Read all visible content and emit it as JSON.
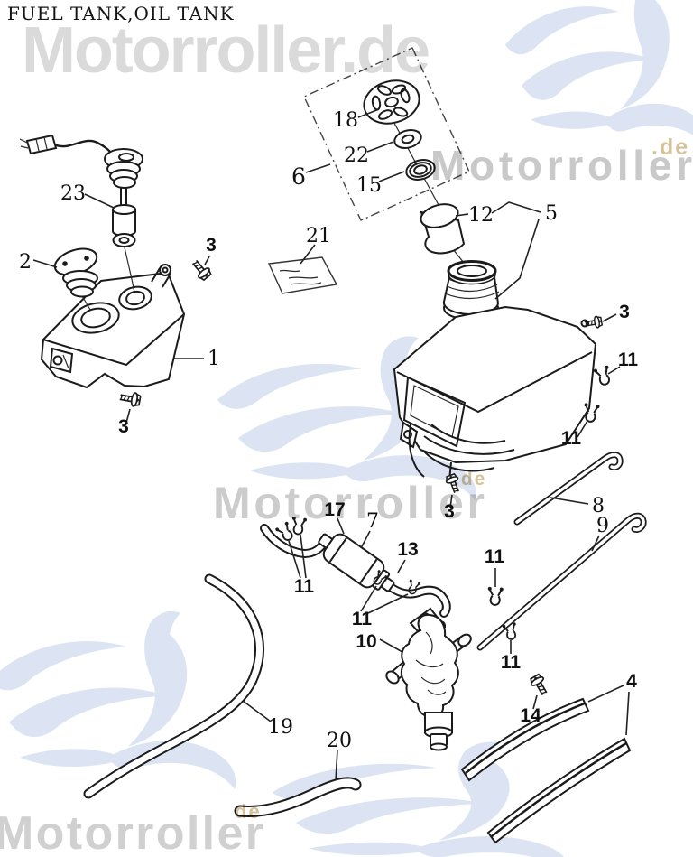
{
  "title": "FUEL TANK,OIL TANK",
  "watermarks": {
    "top": "Motorroller.de",
    "mid_right": "Motorroller",
    "mid_right_suffix": ".de",
    "center": "Motorroller",
    "center_suffix": ".de",
    "bottom": "Motorroller",
    "bottom_suffix": "de"
  },
  "colors": {
    "ink": "#1b1b1b",
    "watermark_text": "#cccccc",
    "watermark_accent": "#d5c29b",
    "watermark_scooter": "#dce4f3",
    "background": "#ffffff"
  },
  "callouts": [
    {
      "label": "18"
    },
    {
      "label": "22"
    },
    {
      "label": "15"
    },
    {
      "label": "6"
    },
    {
      "label": "23"
    },
    {
      "label": "2"
    },
    {
      "label": "3"
    },
    {
      "label": "1"
    },
    {
      "label": "3"
    },
    {
      "label": "21"
    },
    {
      "label": "12"
    },
    {
      "label": "5"
    },
    {
      "label": "3"
    },
    {
      "label": "11"
    },
    {
      "label": "11"
    },
    {
      "label": "8"
    },
    {
      "label": "9"
    },
    {
      "label": "11"
    },
    {
      "label": "3"
    },
    {
      "label": "17"
    },
    {
      "label": "7"
    },
    {
      "label": "13"
    },
    {
      "label": "11"
    },
    {
      "label": "11"
    },
    {
      "label": "10"
    },
    {
      "label": "11"
    },
    {
      "label": "14"
    },
    {
      "label": "4"
    },
    {
      "label": "19"
    },
    {
      "label": "20"
    }
  ]
}
